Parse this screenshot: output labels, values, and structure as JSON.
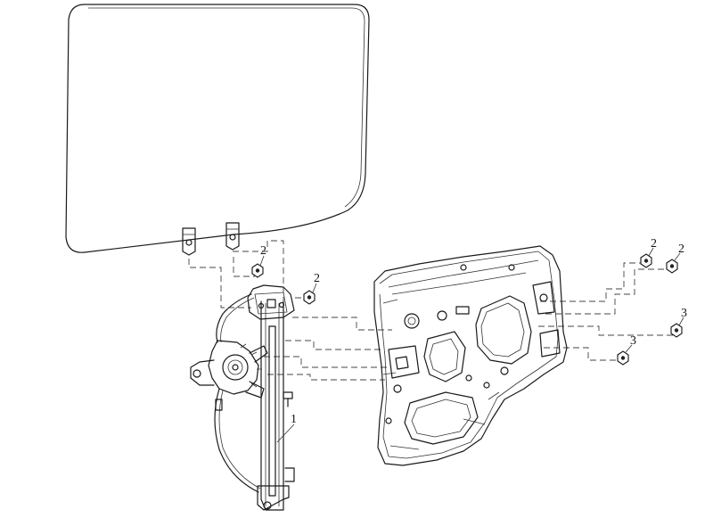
{
  "callouts": {
    "regulator": "1",
    "bolt_glass_clip": "2",
    "nut_regulator_top": "2",
    "nut_panel_a": "2",
    "nut_panel_b": "2",
    "nut_panel_c": "3",
    "nut_panel_d": "3"
  }
}
